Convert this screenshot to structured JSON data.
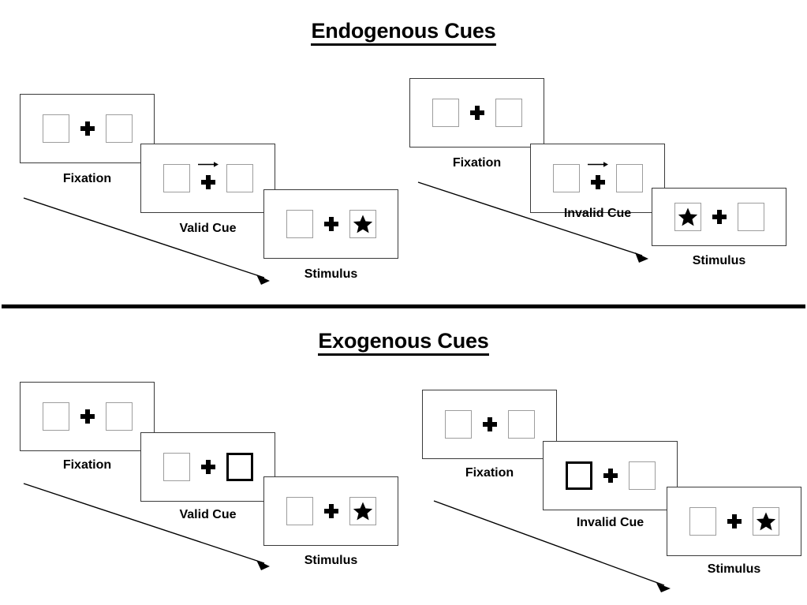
{
  "sections": [
    {
      "id": "endogenous",
      "title": "Endogenous Cues",
      "columns": [
        {
          "id": "endogenous-valid",
          "panels": [
            {
              "caption": "Fixation",
              "left_box": "empty",
              "right_box": "empty",
              "cue_arrow": "none",
              "center": "plus"
            },
            {
              "caption": "Valid Cue",
              "left_box": "empty",
              "right_box": "empty",
              "cue_arrow": "right",
              "center": "plus"
            },
            {
              "caption": "Stimulus",
              "left_box": "empty",
              "right_box": "star",
              "cue_arrow": "none",
              "center": "plus"
            }
          ]
        },
        {
          "id": "endogenous-invalid",
          "panels": [
            {
              "caption": "Fixation",
              "left_box": "empty",
              "right_box": "empty",
              "cue_arrow": "none",
              "center": "plus"
            },
            {
              "caption": "Invalid Cue",
              "left_box": "empty",
              "right_box": "empty",
              "cue_arrow": "right",
              "center": "plus"
            },
            {
              "caption": "Stimulus",
              "left_box": "star",
              "right_box": "empty",
              "cue_arrow": "none",
              "center": "plus"
            }
          ]
        }
      ]
    },
    {
      "id": "exogenous",
      "title": "Exogenous Cues",
      "columns": [
        {
          "id": "exogenous-valid",
          "panels": [
            {
              "caption": "Fixation",
              "left_box": "empty",
              "right_box": "empty",
              "cue_arrow": "none",
              "center": "plus"
            },
            {
              "caption": "Valid Cue",
              "left_box": "empty",
              "right_box": "cued",
              "cue_arrow": "none",
              "center": "plus"
            },
            {
              "caption": "Stimulus",
              "left_box": "empty",
              "right_box": "star",
              "cue_arrow": "none",
              "center": "plus"
            }
          ]
        },
        {
          "id": "exogenous-invalid",
          "panels": [
            {
              "caption": "Fixation",
              "left_box": "empty",
              "right_box": "empty",
              "cue_arrow": "none",
              "center": "plus"
            },
            {
              "caption": "Invalid Cue",
              "left_box": "cued",
              "right_box": "empty",
              "cue_arrow": "none",
              "center": "plus"
            },
            {
              "caption": "Stimulus",
              "left_box": "empty",
              "right_box": "star",
              "cue_arrow": "none",
              "center": "plus"
            }
          ]
        }
      ]
    }
  ],
  "colors": {
    "panel_border": "#3a3a3a",
    "box_border": "#9d9d9d",
    "cued_box_border": "#000000",
    "ink": "#000000",
    "background": "#ffffff"
  }
}
